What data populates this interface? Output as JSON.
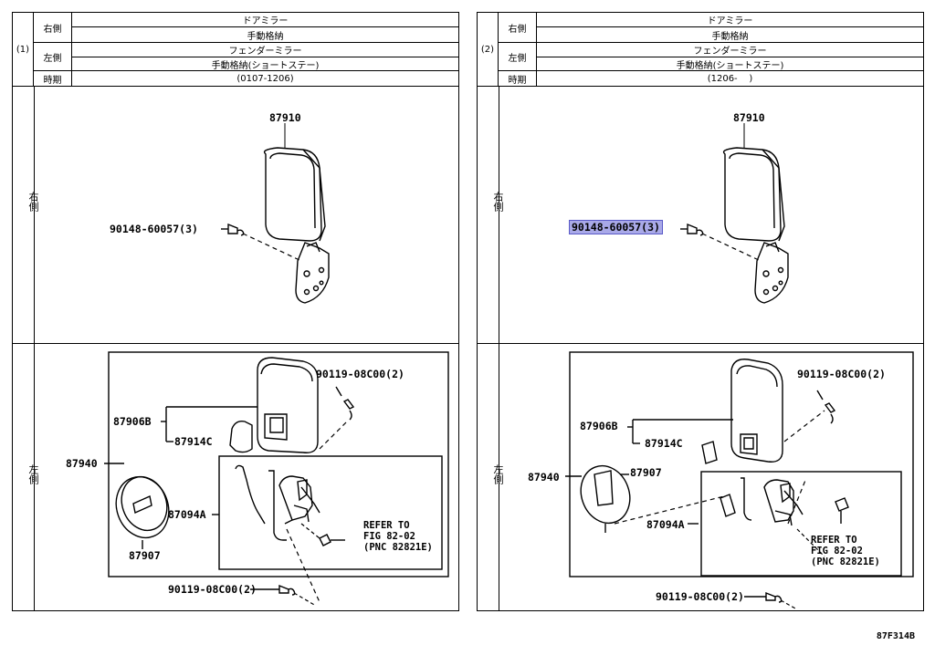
{
  "panels": [
    {
      "id": "(1)",
      "header": {
        "right_side": "右側",
        "left_side": "左側",
        "period": "時期",
        "door_mirror": "ドアミラー",
        "manual_fold_right": "手動格納",
        "fender_mirror": "フェンダーミラー",
        "manual_fold_left": "手動格納(ショートステー)",
        "period_value": "(0107-1206)"
      },
      "rows": {
        "right": "右側",
        "left": "左側"
      },
      "right_parts": {
        "mirror": "87910",
        "screw": "90148-60057(3)"
      },
      "left_parts": {
        "assy": "87940",
        "sub_assy": "87906B",
        "cover": "87914C",
        "screw_top": "90119-08C00(2)",
        "mirror_glass": "87907",
        "stay": "87094A",
        "refer": "REFER TO\nFIG 82-02\n(PNC 82821E)",
        "screw_bottom": "90119-08C00(2)"
      }
    },
    {
      "id": "(2)",
      "header": {
        "right_side": "右側",
        "left_side": "左側",
        "period": "時期",
        "door_mirror": "ドアミラー",
        "manual_fold_right": "手動格納",
        "fender_mirror": "フェンダーミラー",
        "manual_fold_left": "手動格納(ショートステー)",
        "period_value": "(1206-    )"
      },
      "rows": {
        "right": "右側",
        "left": "左側"
      },
      "right_parts": {
        "mirror": "87910",
        "screw": "90148-60057(3)"
      },
      "left_parts": {
        "assy": "87940",
        "sub_assy": "87906B",
        "cover": "87914C",
        "screw_top": "90119-08C00(2)",
        "mirror_glass": "87907",
        "stay": "87094A",
        "refer": "REFER TO\nFIG 82-02\n(PNC 82821E)",
        "screw_bottom": "90119-08C00(2)"
      }
    }
  ],
  "figure_code": "87F314B"
}
